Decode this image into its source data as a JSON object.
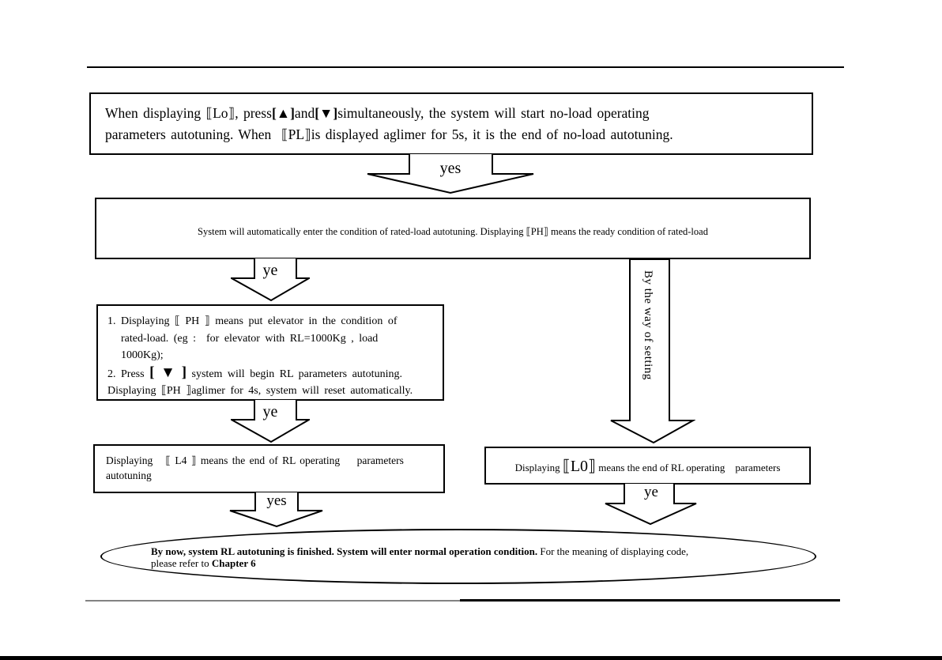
{
  "colors": {
    "ink": "#000000",
    "footer_rule_gray": "#828282"
  },
  "flowchart": {
    "box1": {
      "lines": [
        {
          "segments": [
            {
              "t": "When displaying 〖Lo〗, press"
            },
            {
              "t": "【▲】",
              "key": true
            },
            {
              "t": "and",
              "key": false
            },
            {
              "t": "【▼】",
              "key": true
            },
            {
              "t": "simultaneously，the system will start no-load operating"
            }
          ]
        },
        {
          "segments": [
            {
              "t": "parameters autotuning. When  〖PL〗is displayed aglimer for 5s，it is the end of no-load autotuning."
            }
          ]
        }
      ]
    },
    "arrow1": {
      "label": "yes"
    },
    "box2": {
      "text": "System will automatically enter the condition of rated-load autotuning. Displaying 〖PH〗 means the ready condition of rated-load"
    },
    "arrow2": {
      "label": "ye"
    },
    "box3": {
      "lines": [
        {
          "segments": [
            {
              "t": "1. Displaying 〖 PH 〗 means put elevator in the condition of"
            }
          ]
        },
        {
          "indent": true,
          "segments": [
            {
              "t": "rated-load. (eg ：  for elevator with RL=1000Kg ，load"
            }
          ]
        },
        {
          "indent": true,
          "segments": [
            {
              "t": "1000Kg);"
            }
          ]
        },
        {
          "segments": [
            {
              "t": "2. Press "
            },
            {
              "t": "【 ▼ 】",
              "big": true
            },
            {
              "t": " system will begin RL parameters autotuning."
            }
          ]
        },
        {
          "segments": [
            {
              "t": "Displaying 〖PH 〗aglimer for 4s, system will reset automatically."
            }
          ]
        }
      ]
    },
    "arrow3": {
      "label": "ye"
    },
    "box4": {
      "lines": [
        {
          "segments": [
            {
              "t": "Displaying   〖 L4 〗 means the end of RL operating    parameters"
            }
          ]
        },
        {
          "segments": [
            {
              "t": "autotuning"
            }
          ]
        }
      ]
    },
    "arrow4": {
      "label": "yes"
    },
    "long_arrow": {
      "label": "By the way of setting"
    },
    "box5": {
      "lines": [
        {
          "segments": [
            {
              "t": "Displaying "
            },
            {
              "t": "〖L0〗",
              "big": true
            },
            {
              "t": " means the end of RL operating    parameters"
            }
          ]
        }
      ]
    },
    "arrow5": {
      "label": "ye"
    },
    "ellipse": {
      "lines": [
        {
          "segments": [
            {
              "t": "By now, system RL autotuning is finished. System will enter normal operation condition.",
              "b": true
            },
            {
              "t": " For the meaning of displaying code,"
            }
          ]
        },
        {
          "segments": [
            {
              "t": "please refer to "
            },
            {
              "t": "Chapter 6",
              "b": true
            }
          ]
        }
      ]
    }
  }
}
